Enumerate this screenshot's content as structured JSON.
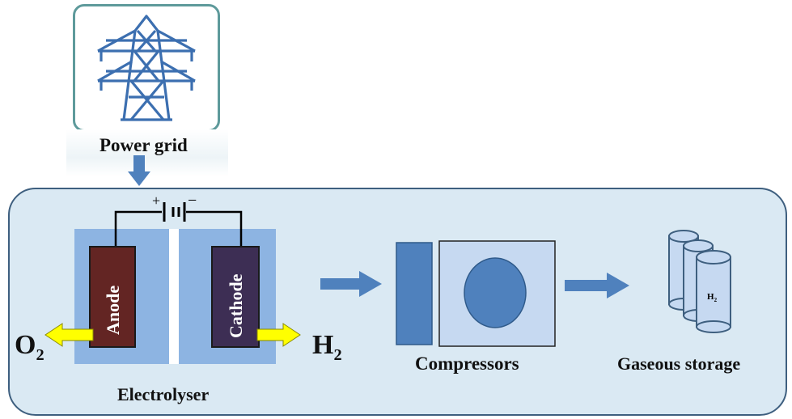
{
  "power_grid": {
    "label": "Power grid",
    "icon": "transmission-tower-icon"
  },
  "electrolyser": {
    "label": "Electrolyser",
    "anode_label": "Anode",
    "cathode_label": "Cathode",
    "positive_sign": "+",
    "negative_sign": "−",
    "oxygen_output": {
      "symbol": "O",
      "subscript": "2"
    },
    "hydrogen_output": {
      "symbol": "H",
      "subscript": "2"
    }
  },
  "compressors": {
    "label": "Compressors"
  },
  "storage": {
    "label": "Gaseous storage",
    "tank_label": "H",
    "tank_subscript": "2"
  },
  "colors": {
    "panel_fill": "#dae9f3",
    "panel_border": "#3e5f7f",
    "cell_blue": "#8db4e2",
    "anode_fill": "#632523",
    "cathode_fill": "#3d2e54",
    "arrow_blue": "#4f81bd",
    "gas_arrow_yellow": "#ffff00",
    "tower_blue": "#3c6fb0"
  }
}
